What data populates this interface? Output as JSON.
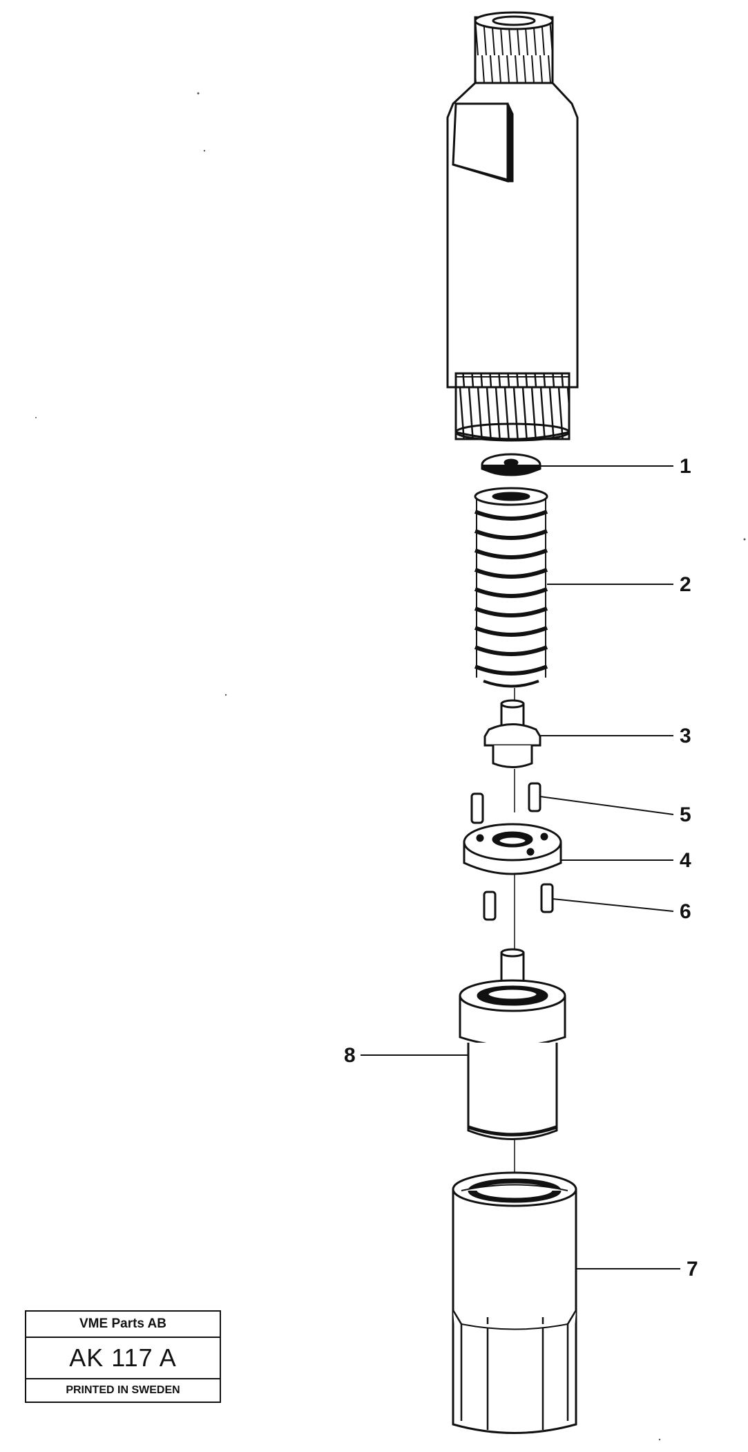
{
  "callouts": [
    {
      "id": "1",
      "label": "1"
    },
    {
      "id": "2",
      "label": "2"
    },
    {
      "id": "3",
      "label": "3"
    },
    {
      "id": "5",
      "label": "5"
    },
    {
      "id": "4",
      "label": "4"
    },
    {
      "id": "6",
      "label": "6"
    },
    {
      "id": "8",
      "label": "8"
    },
    {
      "id": "7",
      "label": "7"
    }
  ],
  "title_block": {
    "company": "VME Parts AB",
    "drawing_code": "AK 117 A",
    "printed": "PRINTED IN SWEDEN"
  }
}
